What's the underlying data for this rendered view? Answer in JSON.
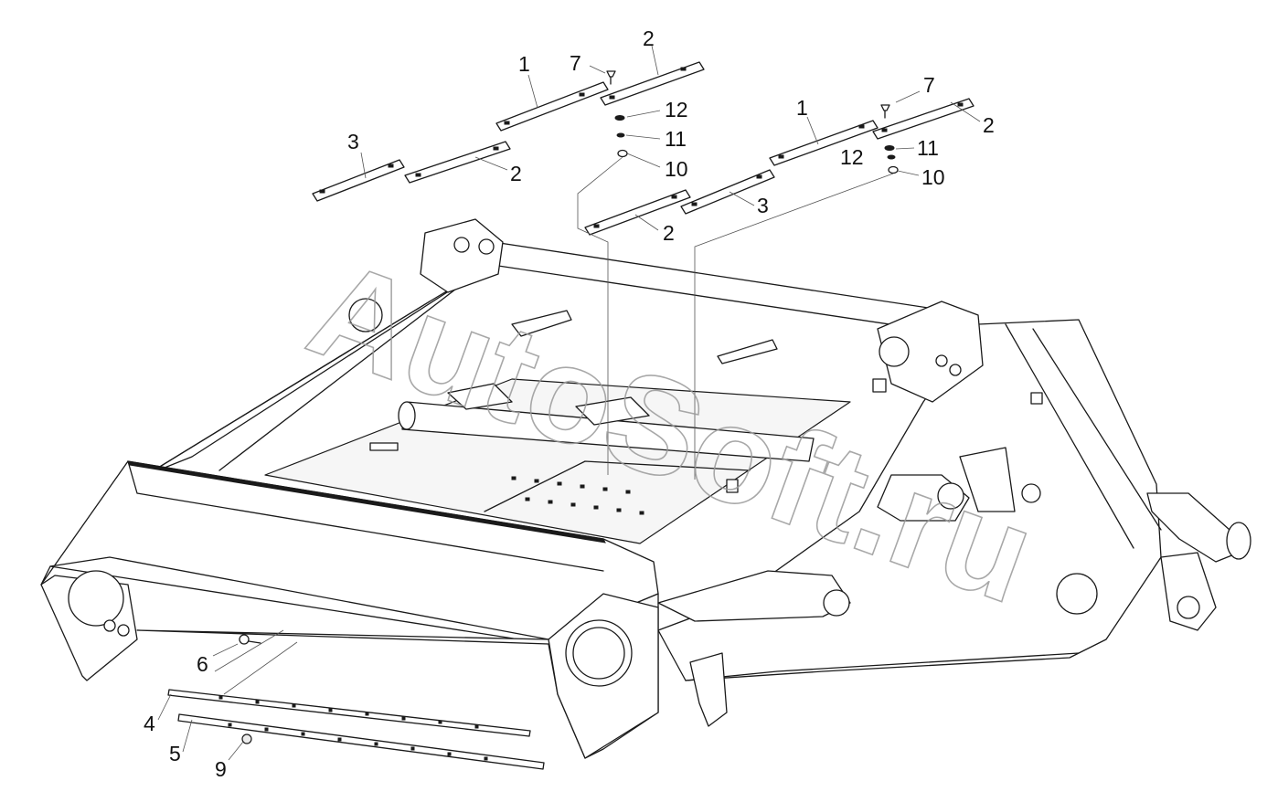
{
  "diagram": {
    "watermark": "AutoSoft.ru",
    "callouts": [
      {
        "id": "c1a",
        "text": "1"
      },
      {
        "id": "c7a",
        "text": "7"
      },
      {
        "id": "c2a",
        "text": "2"
      },
      {
        "id": "c12a",
        "text": "12"
      },
      {
        "id": "c11a",
        "text": "11"
      },
      {
        "id": "c10a",
        "text": "10"
      },
      {
        "id": "c3a",
        "text": "3"
      },
      {
        "id": "c2b",
        "text": "2"
      },
      {
        "id": "c2c",
        "text": "2"
      },
      {
        "id": "c1b",
        "text": "1"
      },
      {
        "id": "c7b",
        "text": "7"
      },
      {
        "id": "c2d",
        "text": "2"
      },
      {
        "id": "c12b",
        "text": "12"
      },
      {
        "id": "c11b",
        "text": "11"
      },
      {
        "id": "c10b",
        "text": "10"
      },
      {
        "id": "c3b",
        "text": "3"
      },
      {
        "id": "c6",
        "text": "6"
      },
      {
        "id": "c4",
        "text": "4"
      },
      {
        "id": "c5",
        "text": "5"
      },
      {
        "id": "c9",
        "text": "9"
      }
    ]
  }
}
